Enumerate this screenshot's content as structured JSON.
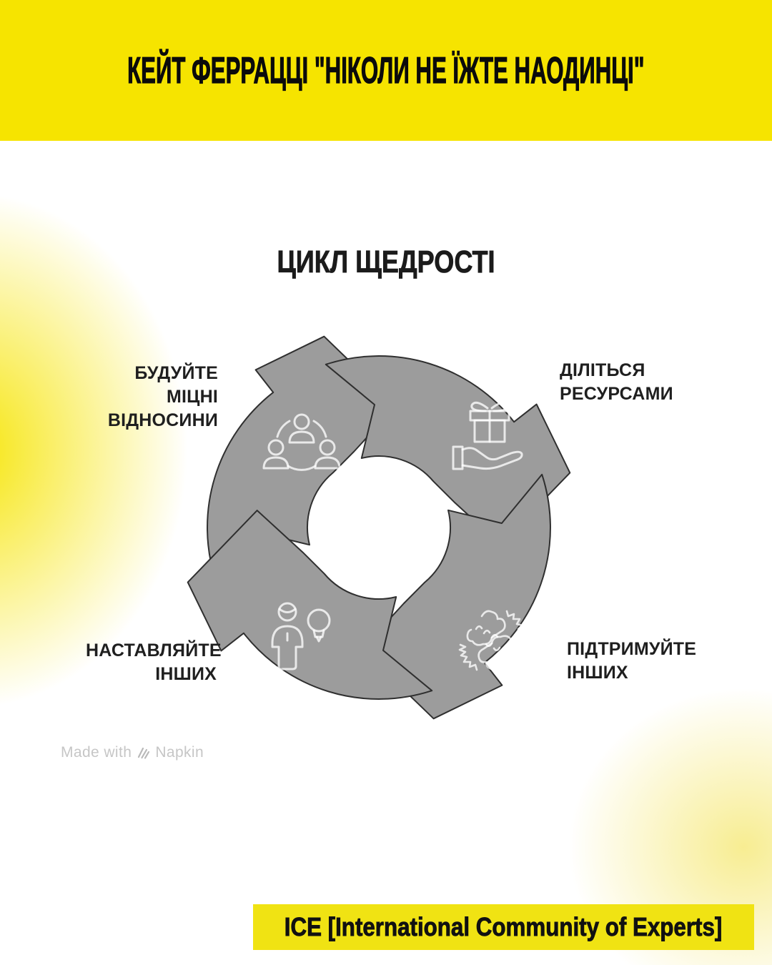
{
  "header": {
    "title": "КЕЙТ ФЕРРАЦЦІ \"НІКОЛИ НЕ ЇЖТЕ НАОДИНЦІ\""
  },
  "diagram": {
    "title": "ЦИКЛ ЩЕДРОСТІ",
    "type": "cycle",
    "direction": "clockwise",
    "steps": [
      {
        "label": "БУДУЙТЕ МІЦНІ ВІДНОСИНИ",
        "icon": "network-people-icon",
        "position": "top-left"
      },
      {
        "label": "ДІЛІТЬСЯ РЕСУРСАМИ",
        "icon": "gift-in-hand-icon",
        "position": "top-right"
      },
      {
        "label": "ПІДТРИМУЙТЕ ІНШИХ",
        "icon": "hands-support-icon",
        "position": "bottom-right"
      },
      {
        "label": "НАСТАВЛЯЙТЕ ІНШИХ",
        "icon": "mentor-lightbulb-icon",
        "position": "bottom-left"
      }
    ],
    "colors": {
      "ring_fill": "#9c9c9c",
      "ring_outline": "#2f2f2f",
      "icon_stroke": "#ffffff",
      "label_text": "#1f1f1f"
    }
  },
  "watermark": {
    "prefix": "Made with",
    "brand": "Napkin",
    "icon": "napkin-logo-icon"
  },
  "footer": {
    "text": "ICE [International Community of Experts]"
  },
  "colors": {
    "header_bg": "#F6E400",
    "header_text": "#0B0B0B",
    "footer_bg": "#F0E313",
    "glow_left": "#F6E400",
    "glow_bottom_right": "#F7EC8C",
    "page_bg": "#FFFFFF"
  }
}
